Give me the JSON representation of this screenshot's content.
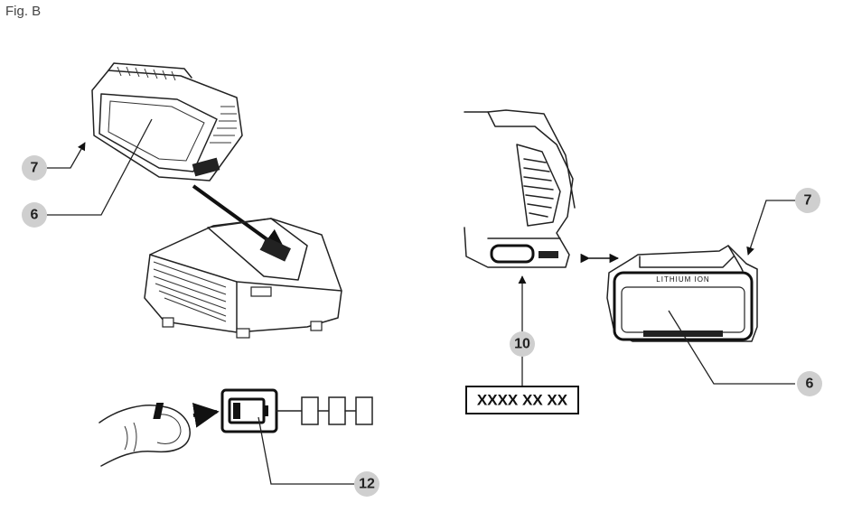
{
  "figure": {
    "label": "Fig. B"
  },
  "callouts": {
    "left_7": "7",
    "left_6": "6",
    "right_7": "7",
    "right_6": "6",
    "ten": "10",
    "twelve": "12"
  },
  "serial_code": {
    "text": "XXXX XX XX"
  },
  "battery_label": {
    "text": "LITHIUM ION"
  }
}
